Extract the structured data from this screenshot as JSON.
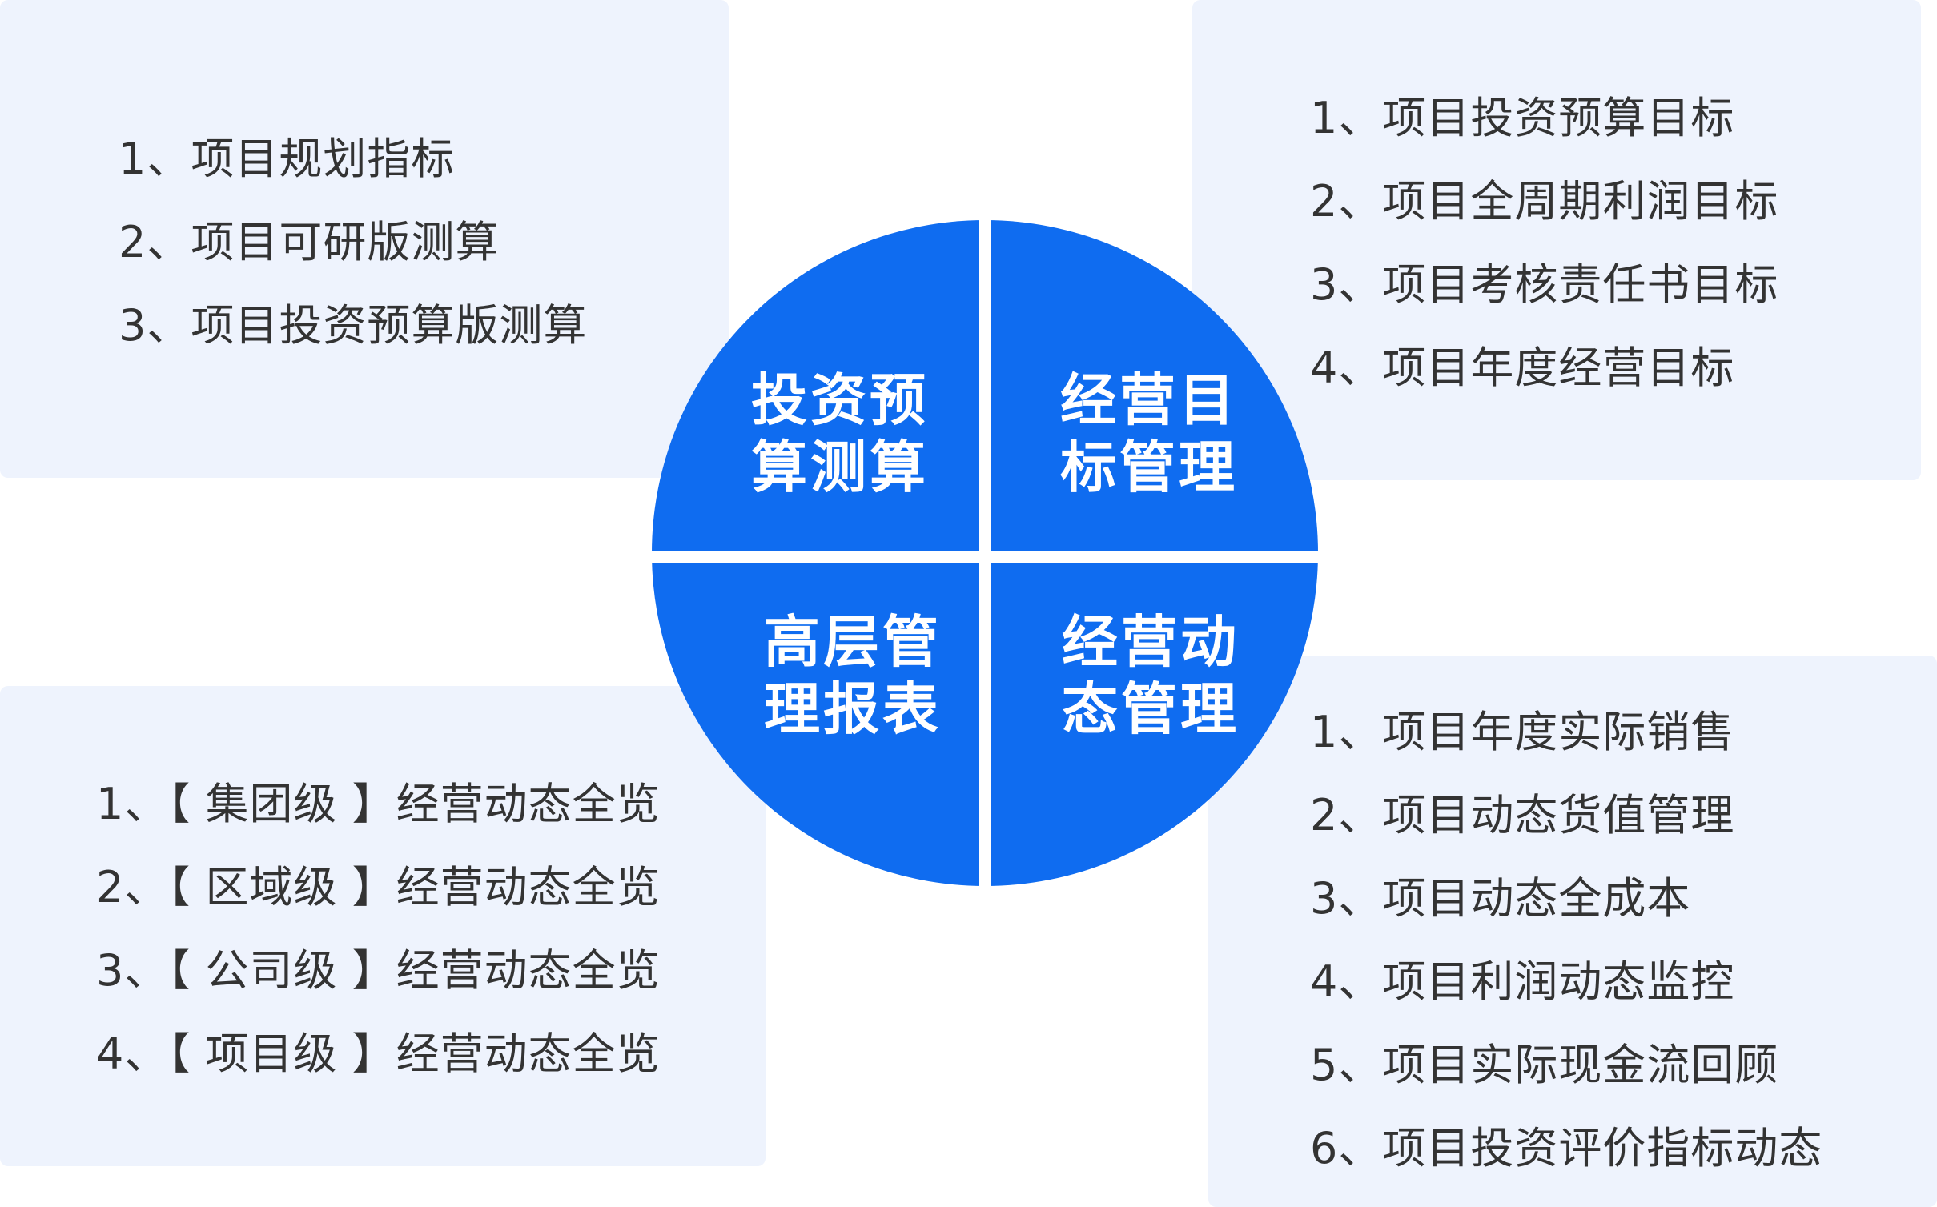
{
  "panels": {
    "investment_budget": {
      "items": [
        "1、项目规划指标",
        "2、项目可研版测算",
        "3、项目投资预算版测算"
      ]
    },
    "operating_targets": {
      "items": [
        "1、项目投资预算目标",
        "2、项目全周期利润目标",
        "3、项目考核责任书目标",
        "4、项目年度经营目标"
      ]
    },
    "executive_reports": {
      "items": [
        "1、【 集团级 】经营动态全览",
        "2、【 区域级 】经营动态全览",
        "3、【 公司级 】经营动态全览",
        "4、【 项目级 】经营动态全览"
      ]
    },
    "operating_dynamics": {
      "items": [
        "1、项目年度实际销售",
        "2、项目动态货值管理",
        "3、项目动态全成本",
        "4、项目利润动态监控",
        "5、项目实际现金流回顾",
        "6、项目投资评价指标动态"
      ]
    }
  },
  "wheel": {
    "color": "#0f6cf0",
    "quadrants": {
      "top_left": {
        "line1": "投资预",
        "line2": "算测算"
      },
      "top_right": {
        "line1": "经营目",
        "line2": "标管理"
      },
      "bottom_left": {
        "line1": "高层管",
        "line2": "理报表"
      },
      "bottom_right": {
        "line1": "经营动",
        "line2": "态管理"
      }
    }
  }
}
